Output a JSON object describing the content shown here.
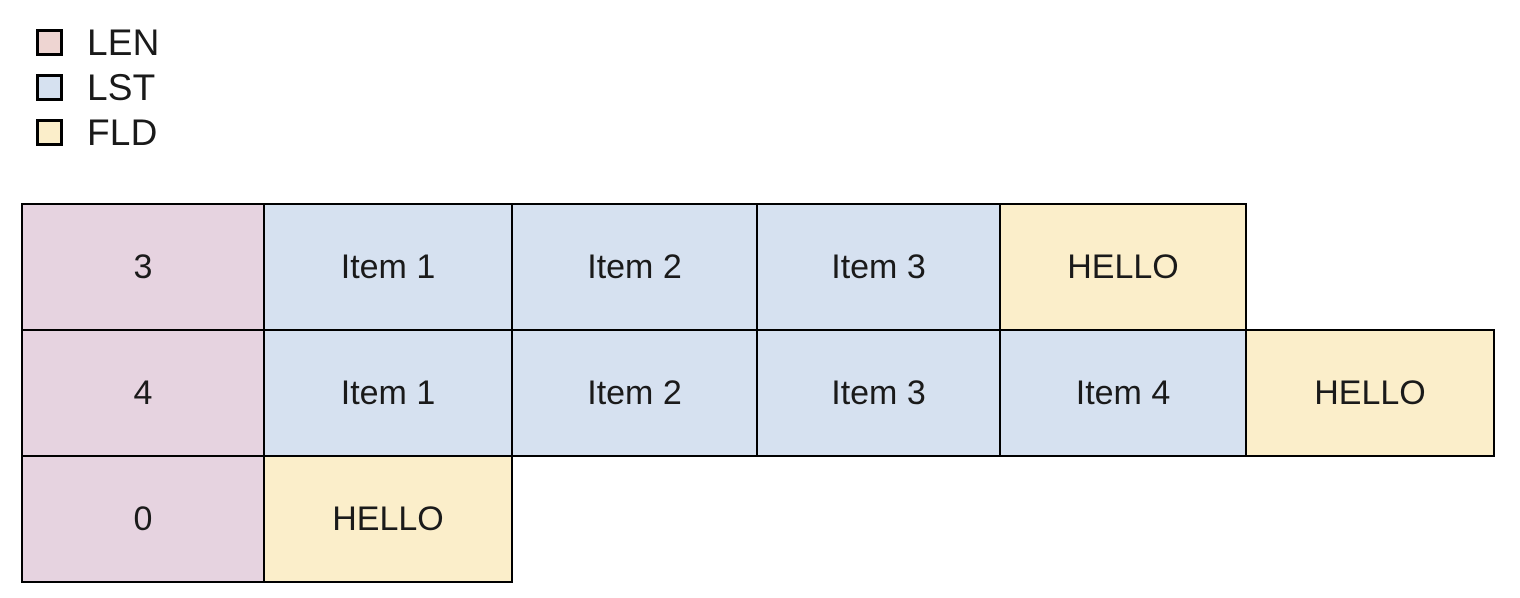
{
  "legend": {
    "items": [
      {
        "label": "LEN",
        "color": "#eed5d2",
        "kind": "len"
      },
      {
        "label": "LST",
        "color": "#d6e1f0",
        "kind": "lst"
      },
      {
        "label": "FLD",
        "color": "#fbeeca",
        "kind": "fld"
      }
    ]
  },
  "colors": {
    "len": "#e6d3e0",
    "lst": "#d6e1f0",
    "fld": "#fbeeca",
    "border": "#000000",
    "background": "#ffffff",
    "text": "#1a1a1a"
  },
  "table": {
    "rows": [
      {
        "cells": [
          {
            "text": "3",
            "kind": "len"
          },
          {
            "text": "Item 1",
            "kind": "lst"
          },
          {
            "text": "Item 2",
            "kind": "lst"
          },
          {
            "text": "Item 3",
            "kind": "lst"
          },
          {
            "text": "HELLO",
            "kind": "fld"
          }
        ]
      },
      {
        "cells": [
          {
            "text": "4",
            "kind": "len"
          },
          {
            "text": "Item 1",
            "kind": "lst"
          },
          {
            "text": "Item 2",
            "kind": "lst"
          },
          {
            "text": "Item 3",
            "kind": "lst"
          },
          {
            "text": "Item 4",
            "kind": "lst"
          },
          {
            "text": "HELLO",
            "kind": "fld"
          }
        ]
      },
      {
        "cells": [
          {
            "text": "0",
            "kind": "len"
          },
          {
            "text": "HELLO",
            "kind": "fld"
          }
        ]
      }
    ]
  }
}
